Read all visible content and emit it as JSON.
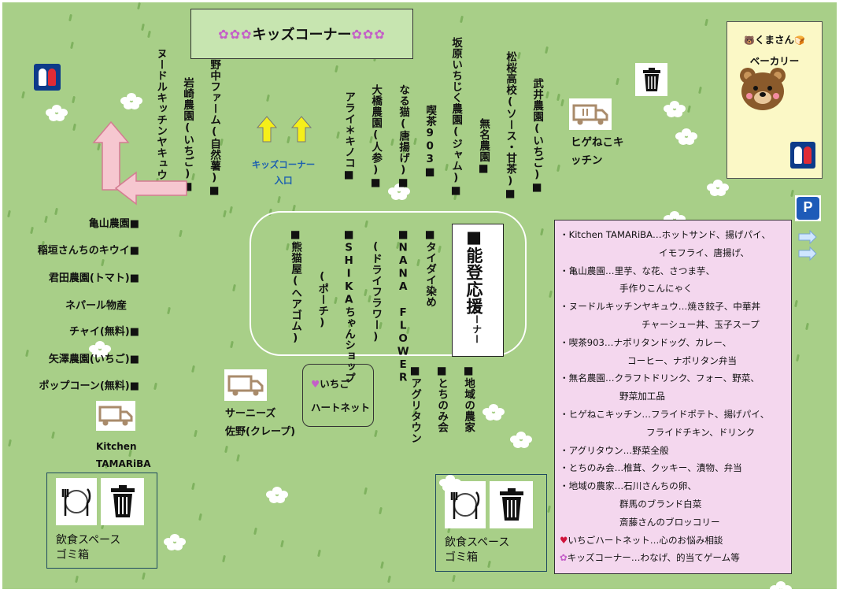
{
  "kids_corner_title": {
    "flowers_left": "✿✿✿",
    "text": "キッズコーナー",
    "flowers_right": "✿✿✿"
  },
  "kids_corner_entrance": "キッズコーナー入口",
  "top_stalls_left": [
    "ヌードルキッチンヤキュウ■",
    "岩崎農園(いちご)■",
    "野中ファーム(自然薯)■"
  ],
  "top_stalls_right": [
    "アライ＊キノコ■",
    "大橋農園(人参)■",
    "なる猫(唐揚げ)■",
    "喫茶903■",
    "坂原いちじく農園(ジャム)■",
    "無名農園■",
    "松桜高校(ソース・甘茶)■",
    "武井農園(いちご)■"
  ],
  "truck_top_right": "ヒゲねこキッチン",
  "left_stalls": [
    "亀山農園■",
    "稲垣さんちのキウイ■",
    "君田農園(トマト)■",
    "ネパール物産",
    "チャイ(無料)■",
    "矢澤農園(いちご)■",
    "ポップコーン(無料)■"
  ],
  "kitchen_tamariba": {
    "line1": "Kitchen",
    "line2": "TAMARiBA"
  },
  "center_stalls": [
    "■熊猫屋(ヘアゴム)",
    "(ポーチ)",
    "■SHIKAちゃんショップ",
    "(ドライフラワー)",
    "■NANA FLOWER",
    "■タイダイ染め"
  ],
  "noto_corner": {
    "main": "■能登応援",
    "small": "コーナー"
  },
  "crepe": {
    "line1": "サーニーズ",
    "line2": "佐野(クレープ)"
  },
  "ichigo_heart": {
    "heart": "♥",
    "line1": "いちご",
    "line2": "ハートネット"
  },
  "bottom_center_stalls": [
    "■アグリタウン",
    "■とちのみ会",
    "■地域の農家"
  ],
  "eating_left": {
    "line1": "飲食スペース",
    "line2": "ゴミ箱"
  },
  "eating_right": {
    "line1": "飲食スペース",
    "line2": "ゴミ箱"
  },
  "bakery": {
    "icon_l": "🐻",
    "title": "くまさん",
    "icon_r": "🍞",
    "subtitle": "ベーカリー"
  },
  "parking_label": "P",
  "legend": [
    {
      "text": "・Kitchen TAMARiBA…ホットサンド、揚げパイ、",
      "indent": false
    },
    {
      "text": "イモフライ、唐揚げ、",
      "indent": true,
      "pad": 126
    },
    {
      "text": "・亀山農園…里芋、な花、さつま芋、",
      "indent": false
    },
    {
      "text": "手作りこんにゃく",
      "indent": true,
      "pad": 76
    },
    {
      "text": "・ヌードルキッチンヤキュウ…焼き餃子、中華丼",
      "indent": false
    },
    {
      "text": "チャーシュー丼、玉子スープ",
      "indent": true,
      "pad": 104
    },
    {
      "text": "・喫茶903…ナポリタンドッグ、カレー、",
      "indent": false
    },
    {
      "text": "コーヒー、ナポリタン弁当",
      "indent": true,
      "pad": 86
    },
    {
      "text": "・無名農園…クラフトドリンク、フォー、野菜、",
      "indent": false
    },
    {
      "text": "野菜加工品",
      "indent": true,
      "pad": 76
    },
    {
      "text": "・ヒゲねこキッチン…フライドポテト、揚げパイ、",
      "indent": false
    },
    {
      "text": "フライドチキン、ドリンク",
      "indent": true,
      "pad": 110
    },
    {
      "text": "・アグリタウン…野菜全般",
      "indent": false
    },
    {
      "text": "・とちのみ会…椎茸、クッキー、漬物、弁当",
      "indent": false
    },
    {
      "text": "・地域の農家…石川さんちの卵、",
      "indent": false
    },
    {
      "text": "群馬のブランド白菜",
      "indent": true,
      "pad": 76
    },
    {
      "text": "斎藤さんのブロッコリー",
      "indent": true,
      "pad": 76
    },
    {
      "text": "♥いちごハートネット…心のお悩み相談",
      "indent": false
    },
    {
      "text": "✿キッズコーナー…わなげ、的当てゲーム等",
      "indent": false
    }
  ],
  "colors": {
    "grass": "#a8cf88",
    "legend_bg": "#f4d7ee",
    "bakery_bg": "#fbf8c6",
    "arrow_pink": "#f6c7d0",
    "arrow_yellow": "#f5ef1a",
    "title_bg": "#c7e5b0"
  },
  "icons": [
    "restroom-icon",
    "trash-bin-icon",
    "food-truck-icon",
    "cutlery-icon",
    "parking-icon",
    "arrow-icon",
    "flower-icon",
    "bear-icon"
  ]
}
